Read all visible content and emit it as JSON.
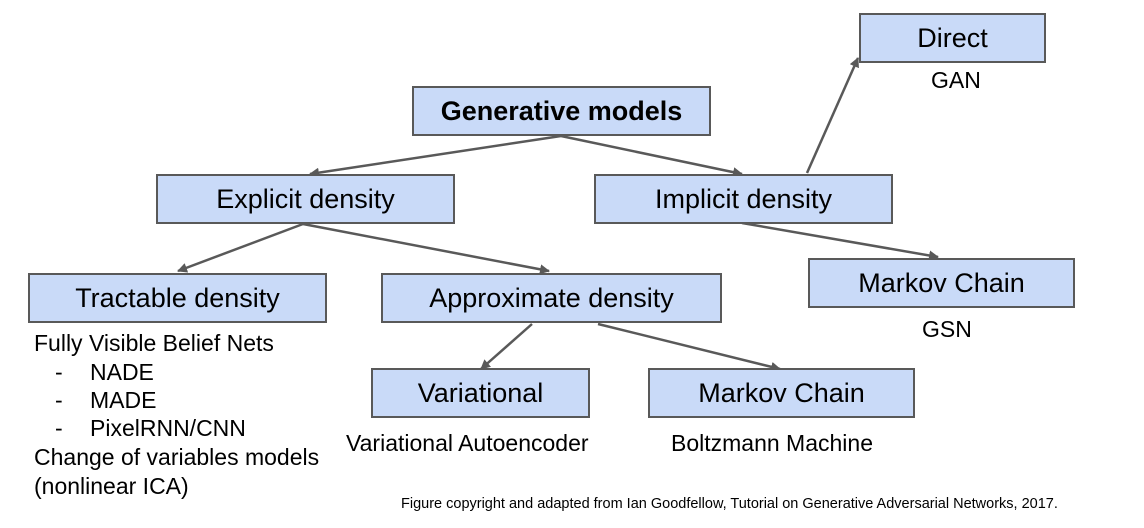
{
  "nodes": {
    "root": "Generative models",
    "explicit": "Explicit density",
    "implicit": "Implicit density",
    "direct": "Direct",
    "tractable": "Tractable density",
    "approximate": "Approximate density",
    "markov_implicit": "Markov Chain",
    "variational": "Variational",
    "markov_approx": "Markov Chain"
  },
  "labels": {
    "gan": "GAN",
    "gsn": "GSN",
    "variational_autoencoder": "Variational Autoencoder",
    "boltzmann_machine": "Boltzmann Machine"
  },
  "tractable_notes": {
    "heading": "Fully Visible Belief Nets",
    "items": [
      "NADE",
      "MADE",
      "PixelRNN/CNN"
    ],
    "bullet": "-",
    "extra_line1": "Change of variables models",
    "extra_line2": "(nonlinear ICA)"
  },
  "caption": "Figure copyright and adapted from Ian Goodfellow, Tutorial on Generative Adversarial Networks, 2017.",
  "colors": {
    "node_fill": "#c9daf8",
    "node_border": "#595959",
    "arrow": "#595959"
  }
}
